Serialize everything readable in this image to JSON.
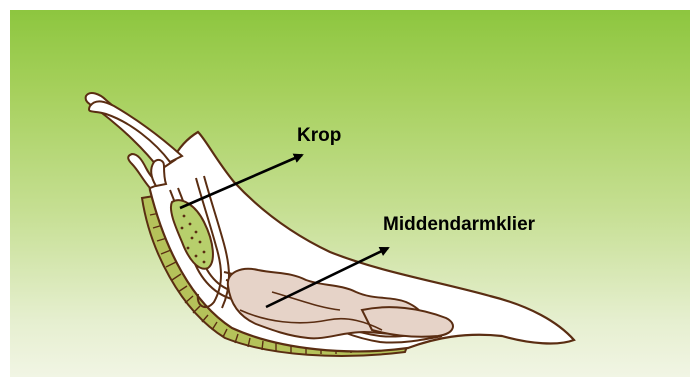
{
  "labels": {
    "krop": "Krop",
    "middendarmklier": "Middendarmklier"
  },
  "colors": {
    "background_top": "#8dc63f",
    "background_bottom": "#f1f5e4",
    "outline": "#5a2d12",
    "body_fill": "#ffffff",
    "organ_fill": "#e6d3c8",
    "crop_fill": "#b7cf6c",
    "foot_fill": "#b5c25a",
    "arrow": "#000000"
  },
  "icons": [
    "snail-anatomy-illustration",
    "arrow"
  ]
}
